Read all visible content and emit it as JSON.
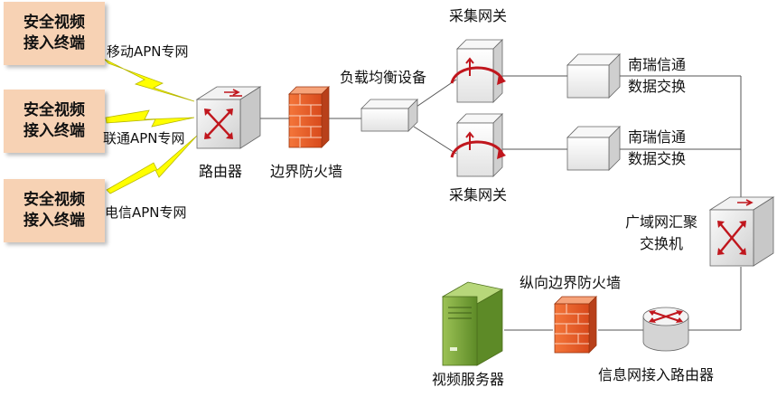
{
  "terminals": [
    {
      "line1": "安全视频",
      "line2": "接入终端"
    },
    {
      "line1": "安全视频",
      "line2": "接入终端"
    },
    {
      "line1": "安全视频",
      "line2": "接入终端"
    }
  ],
  "apn_links": {
    "mobile": "移动APN专网",
    "unicom": "联通APN专网",
    "telecom": "电信APN专网"
  },
  "labels": {
    "router": "路由器",
    "firewall": "边界防火墙",
    "load_balancer": "负载均衡设备",
    "gateway_top": "采集网关",
    "gateway_bottom": "采集网关",
    "nari_top_1": "南瑞信通",
    "nari_top_2": "数据交换",
    "nari_bottom_1": "南瑞信通",
    "nari_bottom_2": "数据交换",
    "wan_switch_1": "广域网汇聚",
    "wan_switch_2": "交换机",
    "vertical_firewall": "纵向边界防火墙",
    "video_server": "视频服务器",
    "info_router": "信息网接入路由器"
  },
  "colors": {
    "terminal_fill": "#f7d2b4",
    "lightning": "#ffff00",
    "firewall": "#e8602a",
    "arrow_red": "#c0161d",
    "server_green": "#7fae3b"
  }
}
